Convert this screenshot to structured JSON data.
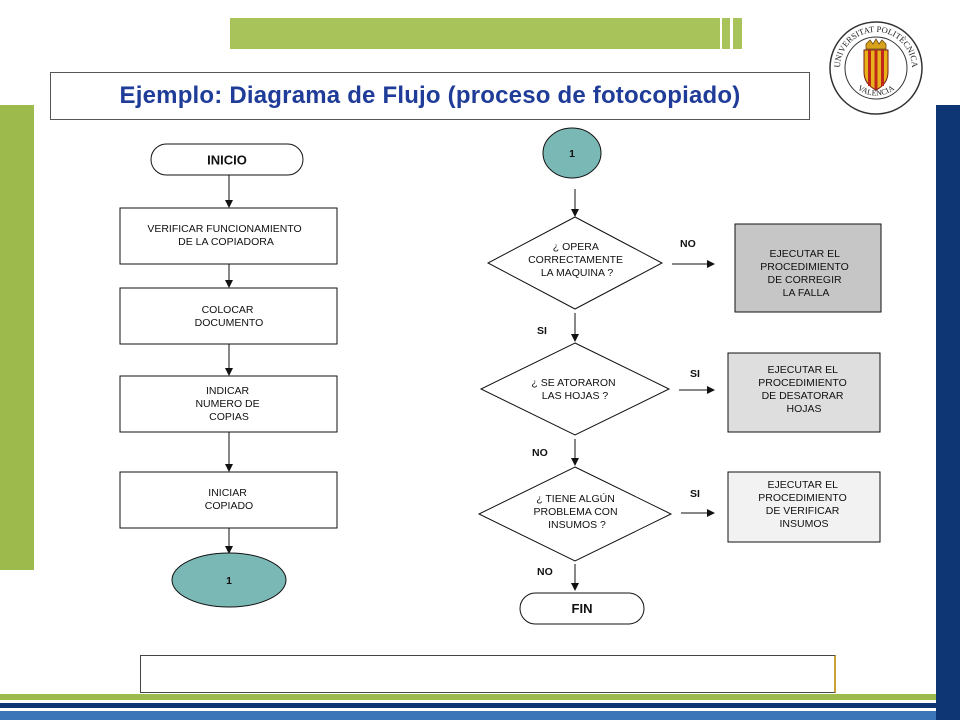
{
  "title": "Ejemplo: Diagrama de Flujo (proceso de fotocopiado)",
  "logo": {
    "text_top": "UNIVERSITAT POLITÈCNICA",
    "text_bottom": "VALENCIA"
  },
  "colors": {
    "accent_green": "#a9c35b",
    "accent_blue": "#0f3674",
    "title_blue": "#1f3c99",
    "connector_teal": "#7ab8b6"
  },
  "left_column": {
    "start": "INICIO",
    "steps": [
      [
        "VERIFICAR FUNCIONAMIENTO",
        "DE LA COPIADORA"
      ],
      [
        "COLOCAR",
        "DOCUMENTO"
      ],
      [
        "INDICAR",
        "NUMERO DE",
        "COPIAS"
      ],
      [
        "INICIAR",
        "COPIADO"
      ]
    ],
    "connector": "1"
  },
  "right_column": {
    "connector": "1",
    "decisions": [
      [
        "¿ OPERA",
        "CORRECTAMENTE",
        "LA MAQUINA ?"
      ],
      [
        "¿ SE ATORARON",
        "LAS HOJAS ?"
      ],
      [
        "¿ TIENE ALGÚN",
        "PROBLEMA CON",
        "INSUMOS ?"
      ]
    ],
    "actions": [
      [
        "EJECUTAR EL",
        "PROCEDIMIENTO",
        "DE CORREGIR",
        "LA FALLA"
      ],
      [
        "EJECUTAR EL",
        "PROCEDIMIENTO",
        "DE DESATORAR",
        "HOJAS"
      ],
      [
        "EJECUTAR EL",
        "PROCEDIMIENTO",
        "DE VERIFICAR",
        "INSUMOS"
      ]
    ],
    "action_fills": [
      "#c6c6c6",
      "#dedede",
      "#f2f2f2"
    ],
    "side_labels": [
      "NO",
      "SI",
      "SI"
    ],
    "down_labels": [
      "SI",
      "NO",
      "NO"
    ],
    "end": "FIN"
  }
}
